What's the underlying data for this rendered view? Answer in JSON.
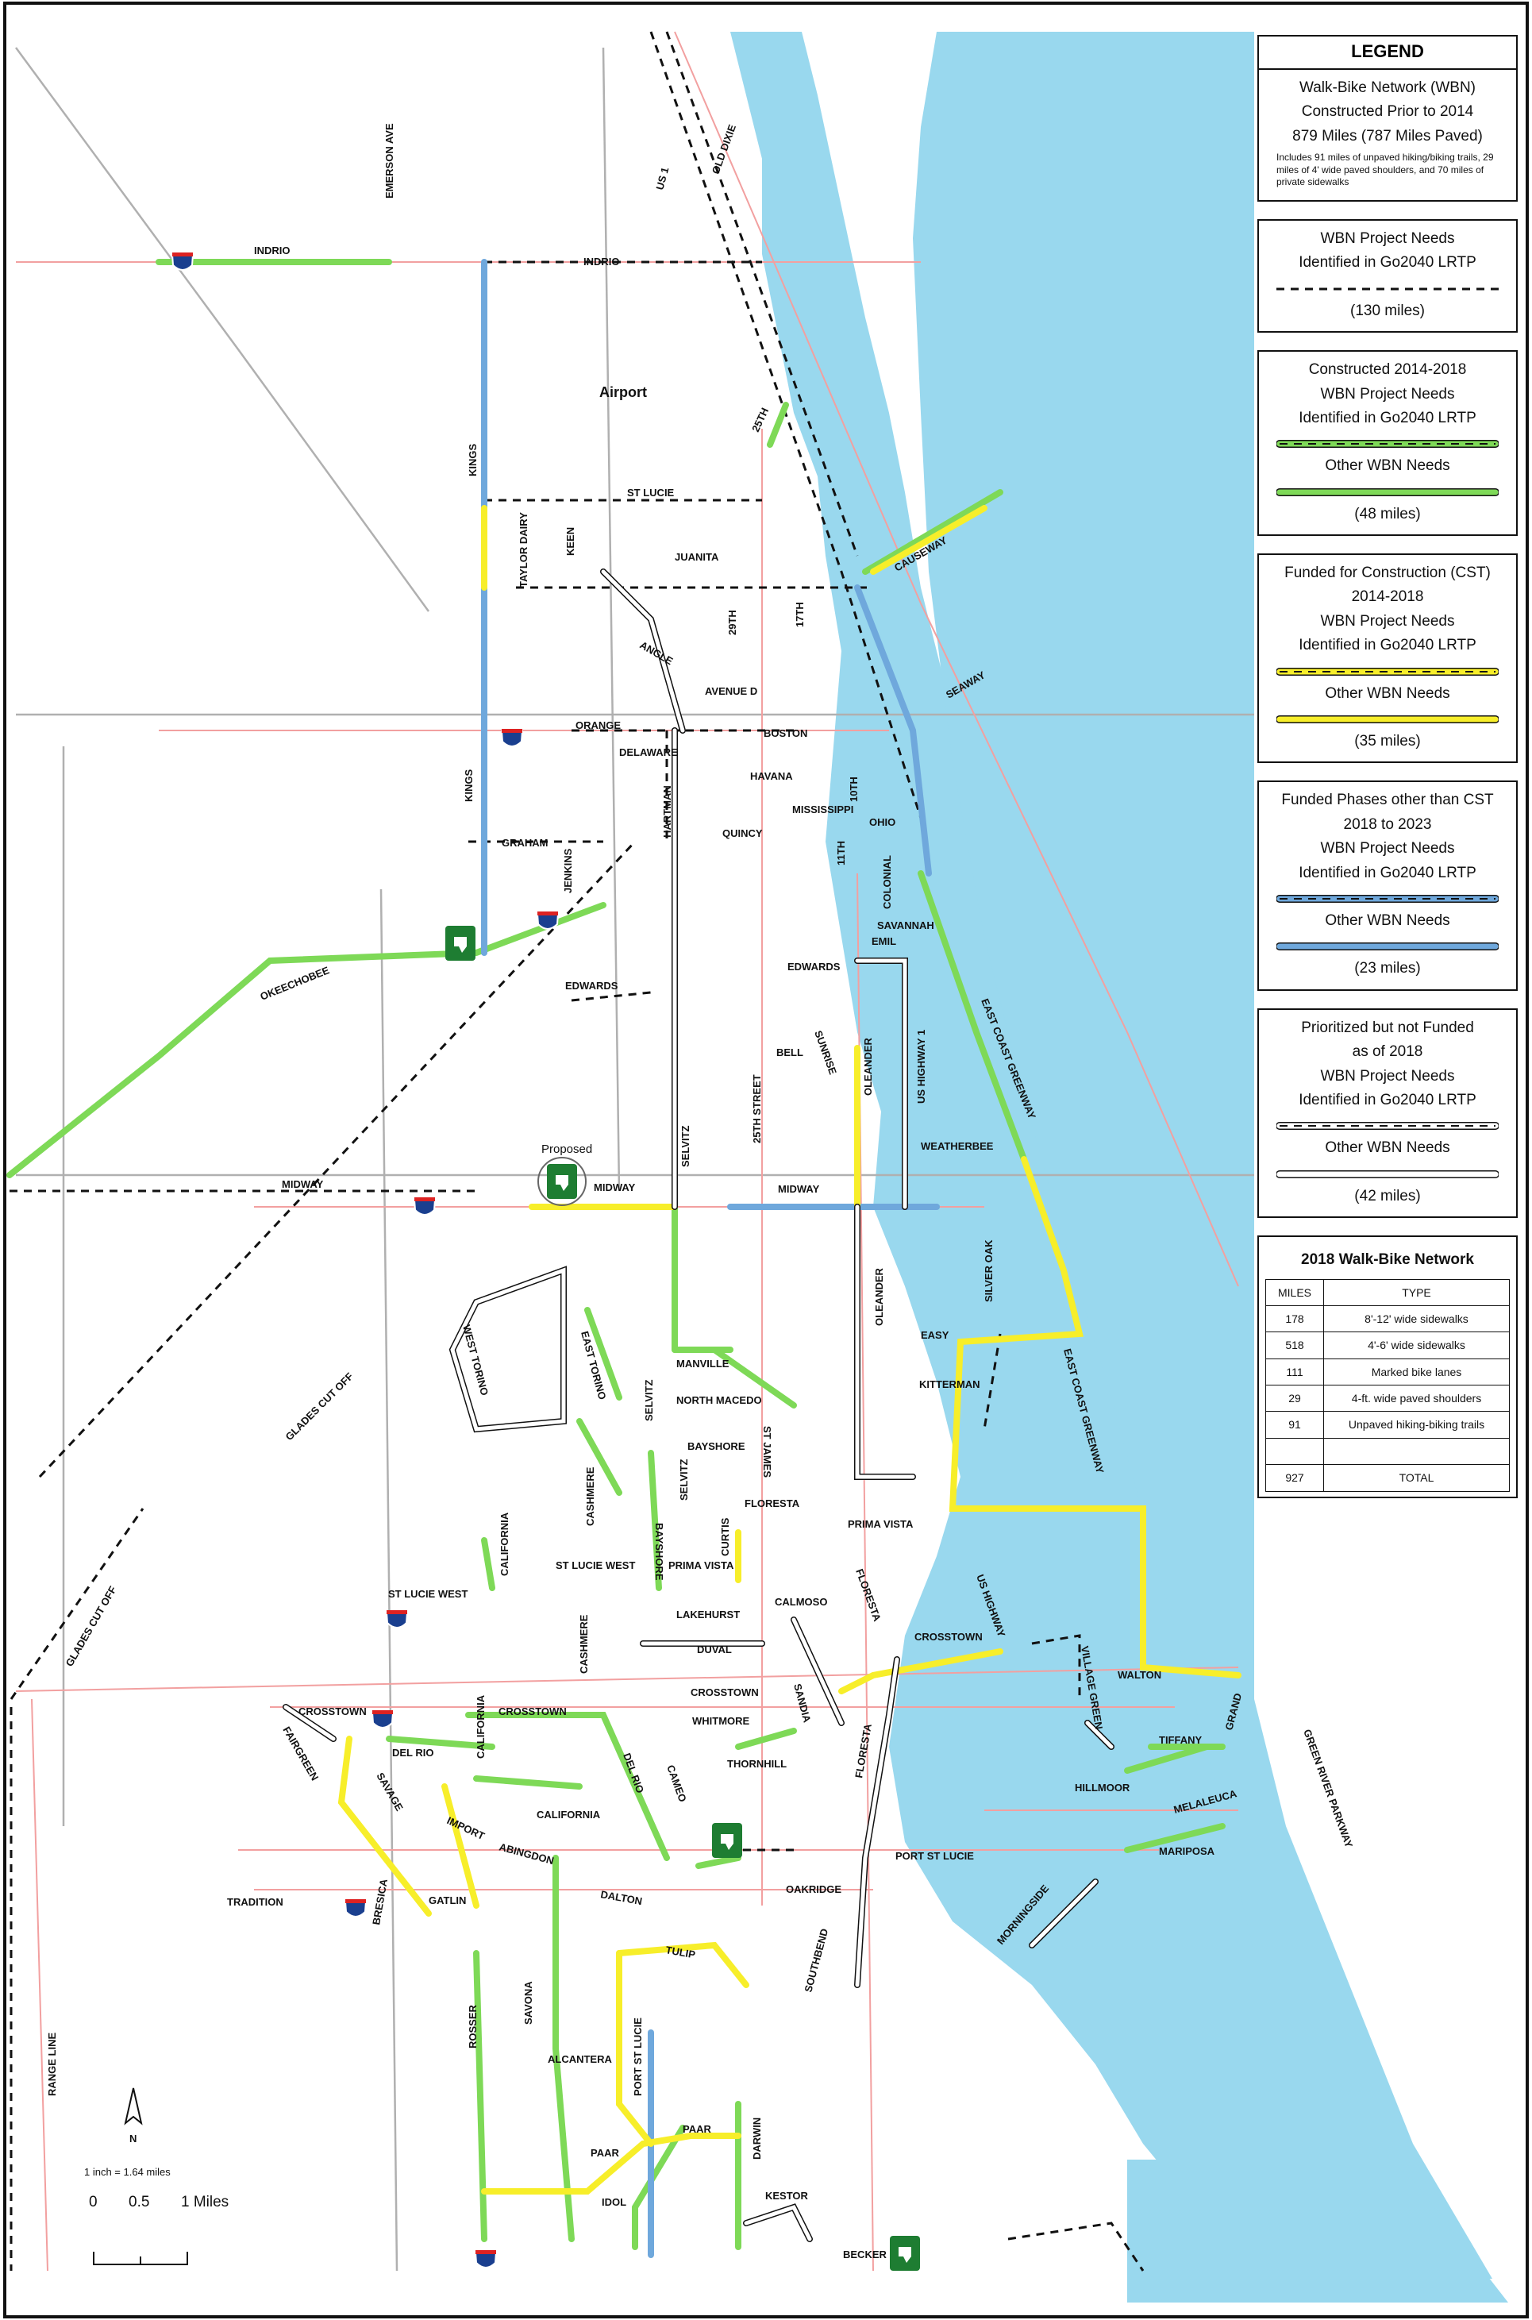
{
  "legend": {
    "title": "LEGEND",
    "sections": [
      {
        "lines": [
          "Walk-Bike Network (WBN)",
          "Constructed Prior to 2014",
          "879 Miles (787  Miles Paved)"
        ],
        "note": "Includes 91 miles of unpaved hiking/biking trails, 29 miles of 4' wide paved shoulders, and 70 miles of private sidewalks",
        "symbols": []
      },
      {
        "lines": [
          "WBN Project Needs",
          "Identified in Go2040 LRTP"
        ],
        "total": "(130 miles)",
        "symbols": [
          {
            "label": "",
            "style": "dashed-black"
          }
        ]
      },
      {
        "lines": [
          "Constructed 2014-2018",
          "WBN Project Needs",
          "Identified in Go2040 LRTP"
        ],
        "total": "(48 miles)",
        "symbols": [
          {
            "label": "",
            "style": "green-dashed"
          },
          {
            "label": "Other WBN Needs",
            "style": "green"
          }
        ]
      },
      {
        "lines": [
          "Funded for Construction (CST)",
          "2014-2018",
          "WBN Project Needs",
          "Identified in Go2040 LRTP"
        ],
        "total": "(35 miles)",
        "symbols": [
          {
            "label": "",
            "style": "yellow-dashed"
          },
          {
            "label": "Other WBN Needs",
            "style": "yellow"
          }
        ]
      },
      {
        "lines": [
          "Funded Phases other than CST",
          "2018 to 2023",
          "WBN Project Needs",
          "Identified in Go2040 LRTP"
        ],
        "total": "(23 miles)",
        "symbols": [
          {
            "label": "",
            "style": "blue-dashed"
          },
          {
            "label": "Other WBN Needs",
            "style": "blue"
          }
        ]
      },
      {
        "lines": [
          "Prioritized but not Funded",
          "as of 2018",
          "WBN Project Needs",
          "Identified in Go2040 LRTP"
        ],
        "total": "(42 miles)",
        "symbols": [
          {
            "label": "",
            "style": "white-dashed"
          },
          {
            "label": "Other WBN Needs",
            "style": "white"
          }
        ]
      }
    ],
    "network_table": {
      "title": "2018 Walk-Bike Network",
      "headers": [
        "MILES",
        "TYPE"
      ],
      "rows": [
        [
          "178",
          "8'-12' wide sidewalks"
        ],
        [
          "518",
          "4'-6' wide sidewalks"
        ],
        [
          "111",
          "Marked bike lanes"
        ],
        [
          "29",
          "4-ft. wide paved shoulders"
        ],
        [
          "91",
          "Unpaved hiking-biking trails"
        ],
        [
          "",
          ""
        ],
        [
          "927",
          "TOTAL"
        ]
      ]
    }
  },
  "scale": {
    "ratio": "1 inch = 1.64 miles",
    "ticks": [
      "0",
      "0.5",
      "1 Miles"
    ]
  },
  "north_label": "N",
  "colors": {
    "water": "#99d8ee",
    "roads": "#f2a0a0",
    "major_roads": "#b0b0b0",
    "green": "#7ed957",
    "yellow": "#f7ee2a",
    "blue": "#6fa8dc",
    "dashed": "#111111"
  },
  "map_labels": {
    "indrio_west": "INDRIO",
    "indrio": "INDRIO",
    "emerson": "EMERSON AVE",
    "us1": "US 1",
    "old_dixie": "OLD DIXIE",
    "airport": "Airport",
    "twentyfifth_n": "25TH",
    "kings_n": "KINGS",
    "st_lucie": "ST LUCIE",
    "taylor_dairy": "TAYLOR DAIRY",
    "keen": "KEEN",
    "juanita": "JUANITA",
    "causeway": "CAUSEWAY",
    "angle": "ANGLE",
    "twentyninth": "29TH",
    "seventeenth": "17TH",
    "avenue_d": "AVENUE D",
    "seaway": "SEAWAY",
    "orange": "ORANGE",
    "boston": "BOSTON",
    "delaware": "DELAWARE",
    "kings_s": "KINGS",
    "havana": "HAVANA",
    "hartman": "HARTMAN",
    "mississippi": "MISSISSIPPI",
    "ohio": "OHIO",
    "tenth": "10TH",
    "eleventh": "11TH",
    "quincy": "QUINCY",
    "graham": "GRAHAM",
    "jenkins": "JENKINS",
    "colonial": "COLONIAL",
    "savannah": "SAVANNAH",
    "emil": "EMIL",
    "okeechobee": "OKEECHOBEE",
    "edwards_w": "EDWARDS",
    "edwards": "EDWARDS",
    "bell": "BELL",
    "sunrise": "SUNRISE",
    "oleander_n": "OLEANDER",
    "us_highway_1": "US HIGHWAY 1",
    "twentyfifth_street": "25TH STREET",
    "east_coast_greenway_n": "EAST COAST GREENWAY",
    "proposed": "Proposed",
    "midway_w": "MIDWAY",
    "midway": "MIDWAY",
    "midway_c": "MIDWAY",
    "selvitz_n": "SELVITZ",
    "weatherbee": "WEATHERBEE",
    "silver_oak": "SILVER OAK",
    "west_torino": "WEST TORINO",
    "east_torino": "EAST TORINO",
    "manville": "MANVILLE",
    "oleander_s": "OLEANDER",
    "easy": "EASY",
    "east_coast_greenway_s": "EAST COAST GREENWAY",
    "glades_cut_off_n": "GLADES CUT OFF",
    "north_macedo": "NORTH MACEDO",
    "kitterman": "KITTERMAN",
    "selvitz_s": "SELVITZ",
    "bayshore_n": "BAYSHORE",
    "st_james": "ST JAMES",
    "cashmere_n": "CASHMERE",
    "selvitz_s2": "SELVITZ",
    "california_n": "CALIFORNIA",
    "floresta_n": "FLORESTA",
    "curtis": "CURTIS",
    "prima_vista_e": "PRIMA VISTA",
    "bayshore_s": "BAYSHORE",
    "st_lucie_west": "ST LUCIE WEST",
    "prima_vista": "PRIMA VISTA",
    "floresta_c": "FLORESTA",
    "st_lucie_west_w": "ST LUCIE WEST",
    "us_highway_s": "US HIGHWAY",
    "calmoso": "CALMOSO",
    "lakehurst": "LAKEHURST",
    "glades_cut_off_s": "GLADES CUT OFF",
    "duval": "DUVAL",
    "crosstown_e": "CROSSTOWN",
    "cashmere_s": "CASHMERE",
    "walton": "WALTON",
    "village_green": "VILLAGE GREEN",
    "crosstown_c": "CROSSTOWN",
    "sandia": "SANDIA",
    "crosstown_w": "CROSSTOWN",
    "crosstown_w2": "CROSSTOWN",
    "california_s": "CALIFORNIA",
    "whitmore": "WHITMORE",
    "tiffany": "TIFFANY",
    "grand": "GRAND",
    "fairgreen": "FAIRGREEN",
    "del_rio_w": "DEL RIO",
    "del_rio": "DEL RIO",
    "cameo": "CAMEO",
    "thornhill": "THORNHILL",
    "floresta_s": "FLORESTA",
    "hillmoor": "HILLMOOR",
    "melaleuca": "MELALEUCA",
    "green_river": "GREEN RIVER PARKWAY",
    "savage": "SAVAGE",
    "import": "IMPORT",
    "california_c": "CALIFORNIA",
    "abingdon": "ABINGDON",
    "mariposa": "MARIPOSA",
    "port_st_lucie_e": "PORT ST LUCIE",
    "tradition": "TRADITION",
    "bresica": "BRESICA",
    "gatlin": "GATLIN",
    "dalton": "DALTON",
    "oakridge": "OAKRIDGE",
    "morningside": "MORNINGSIDE",
    "tulip": "TULIP",
    "southbend": "SOUTHBEND",
    "range_line": "RANGE LINE",
    "rosser": "ROSSER",
    "savona": "SAVONA",
    "alcantera": "ALCANTERA",
    "port_st_lucie_s": "PORT ST LUCIE",
    "paar_e": "PAAR",
    "paar": "PAAR",
    "darwin": "DARWIN",
    "kestor": "KESTOR",
    "idol": "IDOL",
    "becker": "BECKER"
  }
}
